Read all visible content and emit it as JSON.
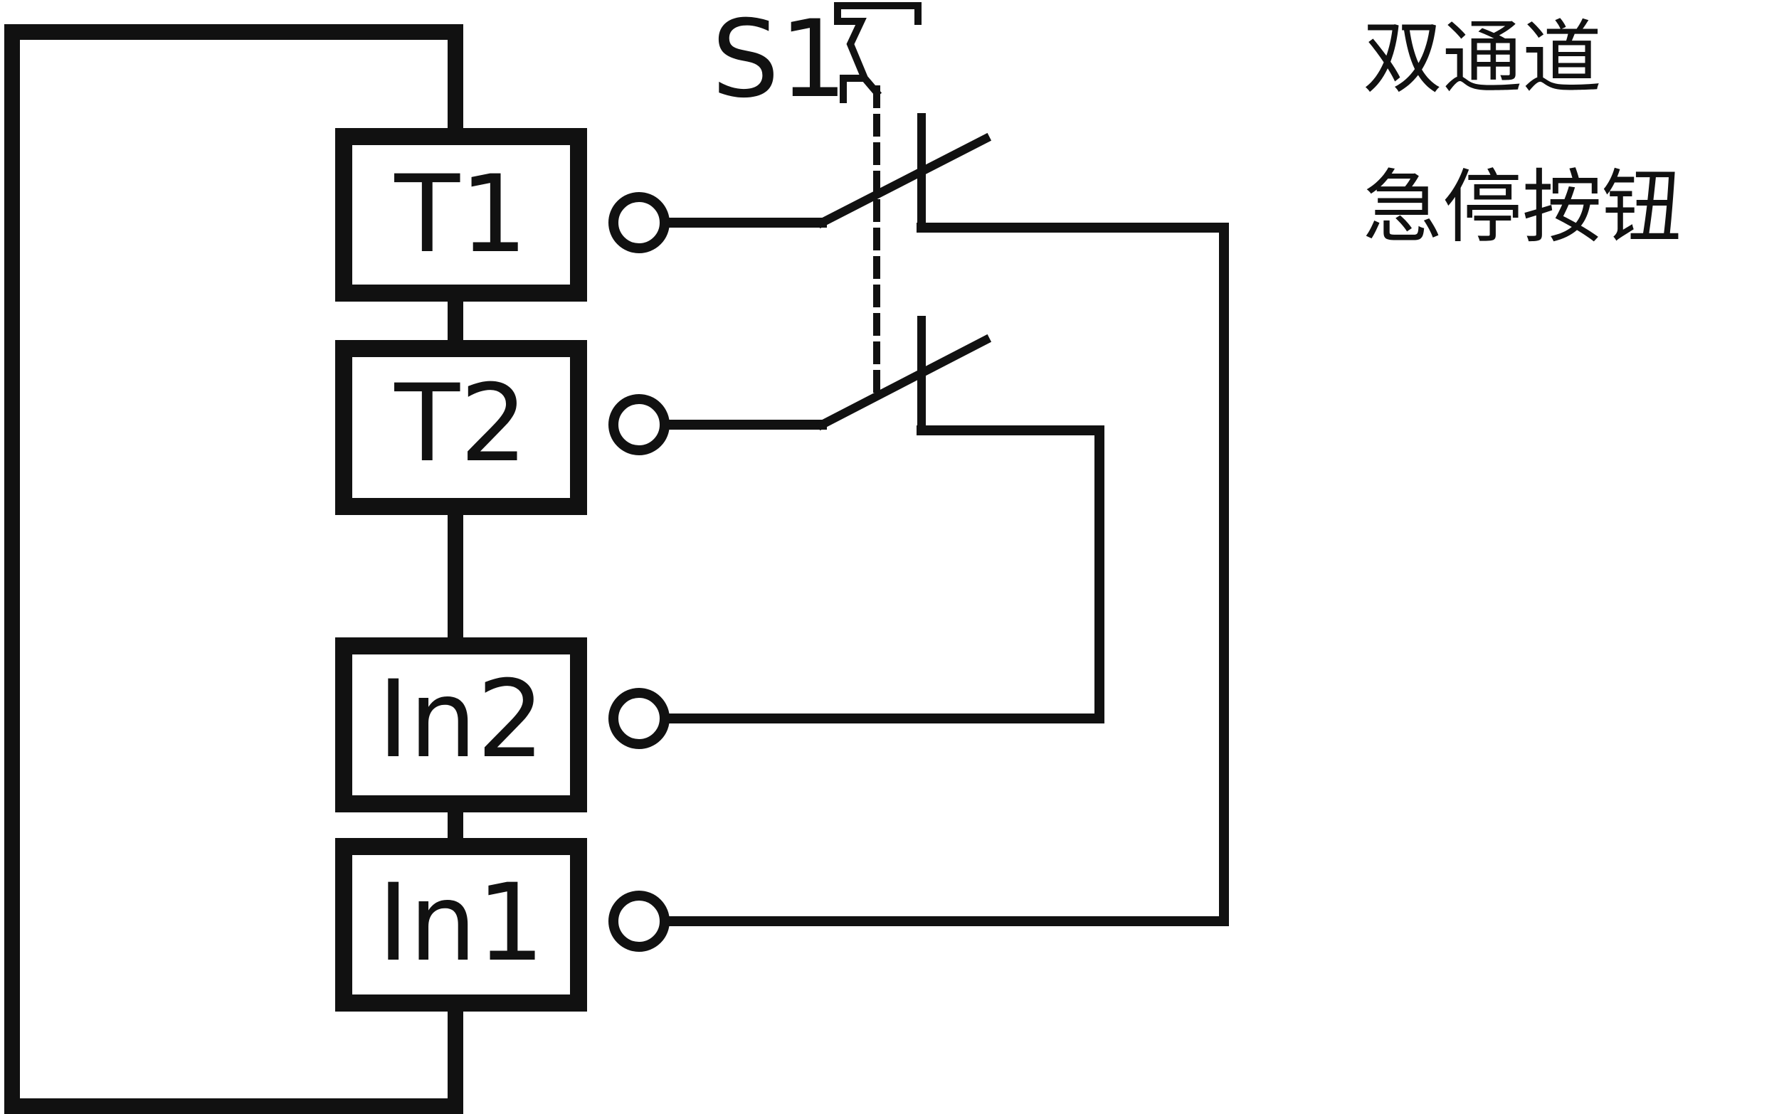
{
  "diagram": {
    "title_line1": "双通道",
    "title_line2": "急停按钮",
    "switch_label": "S1",
    "blocks": [
      "T1",
      "T2",
      "In2",
      "In1"
    ]
  }
}
